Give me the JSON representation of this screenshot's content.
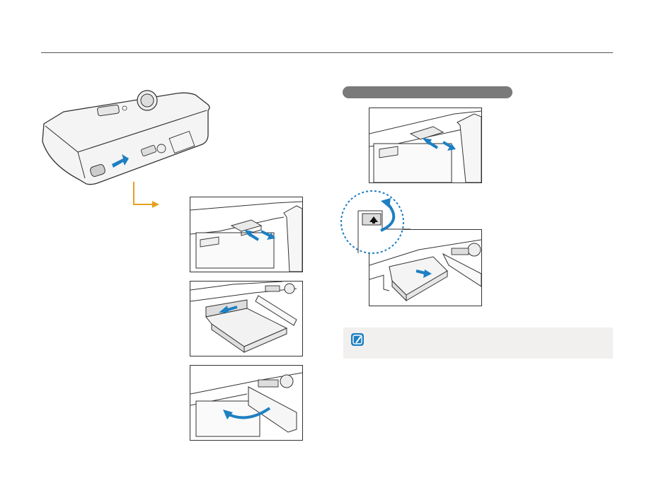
{
  "page": {
    "note_icon": "note-pencil-icon",
    "section_pill_text": "",
    "note_text": ""
  },
  "colors": {
    "accent_blue": "#1e7fc2",
    "accent_orange": "#e5a11f",
    "rule": "#555555",
    "pill": "#7a7a7a",
    "note_bg": "#f1f0ee"
  },
  "figures": {
    "camera_illustration": "camera-icon",
    "step_images": [
      "open-cover-step",
      "insert-battery-step",
      "close-cover-step"
    ],
    "remove_images": [
      "remove-card-step",
      "remove-battery-step"
    ]
  }
}
